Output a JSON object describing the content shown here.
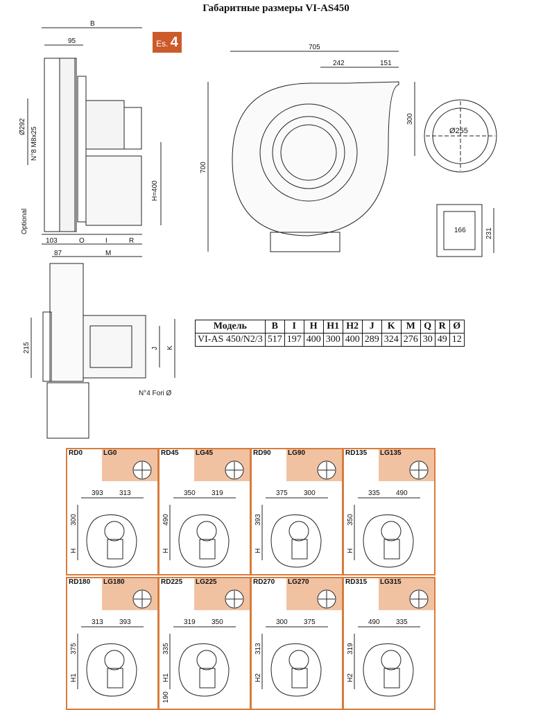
{
  "title": "Габаритные размеры VI-AS450",
  "tag": {
    "prefix": "Es.",
    "number": "4"
  },
  "side_view": {
    "B": "B",
    "d95": "95",
    "d292": "Ø292",
    "bolts": "N°8 M8x25",
    "optional": "Optional",
    "H400": "H=400",
    "d103": "103",
    "O": "O",
    "I": "I",
    "R": "R",
    "d87": "87",
    "M": "M"
  },
  "front_view": {
    "d705": "705",
    "d242": "242",
    "d151": "151",
    "d300": "300",
    "d700": "700"
  },
  "flange": {
    "d255": "Ø255"
  },
  "outlet": {
    "d166": "166",
    "d231": "231"
  },
  "top_view": {
    "d215": "215",
    "J": "J",
    "K": "K",
    "holes": "N°4 Fori Ø"
  },
  "table": {
    "headers": [
      "Модель",
      "B",
      "I",
      "H",
      "H1",
      "H2",
      "J",
      "K",
      "M",
      "Q",
      "R",
      "Ø"
    ],
    "row": [
      "VI-AS 450/N2/3",
      "517",
      "197",
      "400",
      "300",
      "400",
      "289",
      "324",
      "276",
      "30",
      "49",
      "12"
    ]
  },
  "orientations": [
    {
      "rd": "RD0",
      "lg": "LG0",
      "a": "393",
      "b": "313",
      "v": "300",
      "h": "H"
    },
    {
      "rd": "RD45",
      "lg": "LG45",
      "a": "350",
      "b": "319",
      "v": "490",
      "h": "H"
    },
    {
      "rd": "RD90",
      "lg": "LG90",
      "a": "375",
      "b": "300",
      "v": "393",
      "h": "H"
    },
    {
      "rd": "RD135",
      "lg": "LG135",
      "a": "335",
      "b": "490",
      "v": "350",
      "h": "H"
    },
    {
      "rd": "RD180",
      "lg": "LG180",
      "a": "313",
      "b": "393",
      "v": "375",
      "h": "H1"
    },
    {
      "rd": "RD225",
      "lg": "LG225",
      "a": "319",
      "b": "350",
      "v": "335",
      "h": "H1",
      "extra": "190"
    },
    {
      "rd": "RD270",
      "lg": "LG270",
      "a": "300",
      "b": "375",
      "v": "313",
      "h": "H2"
    },
    {
      "rd": "RD315",
      "lg": "LG315",
      "a": "490",
      "b": "335",
      "v": "319",
      "h": "H2"
    }
  ]
}
